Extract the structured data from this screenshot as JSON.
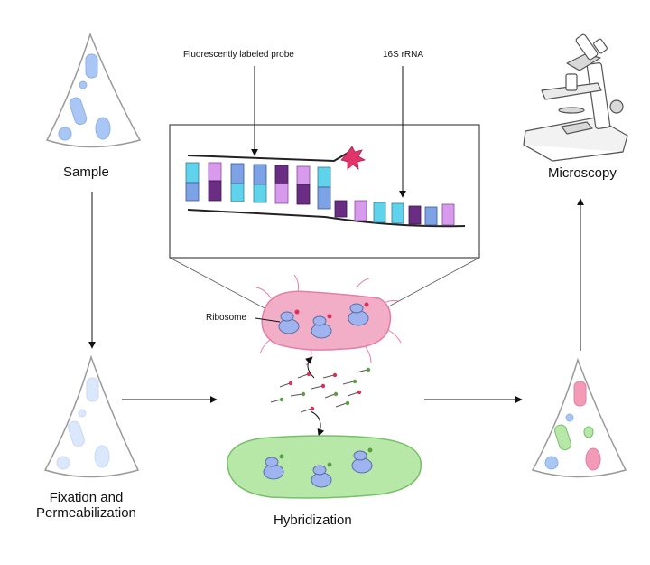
{
  "labels": {
    "sample": "Sample",
    "fixation_line1": "Fixation and",
    "fixation_line2": "Permeabilization",
    "hybridization": "Hybridization",
    "microscopy": "Microscopy",
    "probe": "Fluorescently labeled probe",
    "rrna": "16S rRNA",
    "ribosome": "Ribosome"
  },
  "colors": {
    "cyan": "#5fd3ec",
    "blue": "#7ea2e6",
    "purple": "#6b2d84",
    "violet": "#d89aec",
    "pink_cell": "#f2aec6",
    "green_cell": "#b7e8a8",
    "ribosome": "#9fb3ee",
    "probe_tag_red": "#d8315b",
    "probe_tag_green": "#5a9e46"
  }
}
